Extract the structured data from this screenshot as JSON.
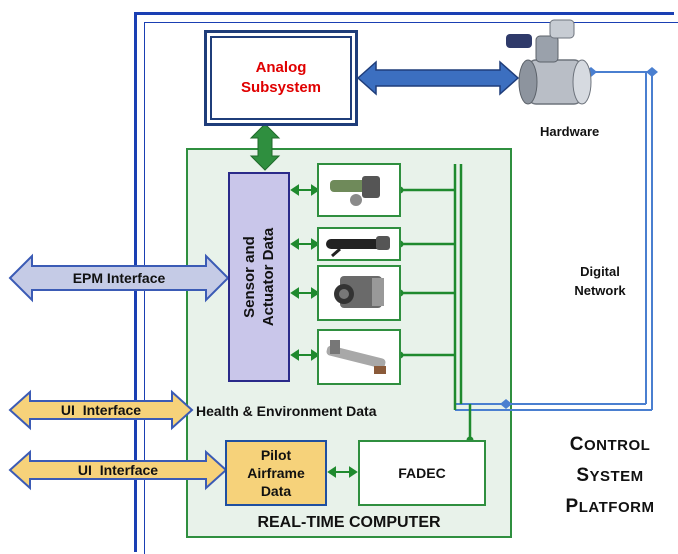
{
  "analog": {
    "line1": "Analog",
    "line2": "Subsystem"
  },
  "hardware": {
    "label": "Hardware"
  },
  "sensor": {
    "line1": "Sensor and",
    "line2": "Actuator Data"
  },
  "interfaces": {
    "epm": "EPM Interface",
    "ui1": "UI  Interface",
    "ui2": "UI  Interface"
  },
  "health_env": "Health & Environment Data",
  "pilot": {
    "line1": "Pilot",
    "line2": "Airframe",
    "line3": "Data"
  },
  "fadec": "FADEC",
  "rtc": "REAL-TIME COMPUTER",
  "digital_network": {
    "line1": "Digital",
    "line2": "Network"
  },
  "platform": {
    "line1_big": "C",
    "line1_rest": "ONTROL",
    "line2_big": "S",
    "line2_rest": "YSTEM",
    "line3_big": "P",
    "line3_rest": "LATFORM"
  },
  "colors": {
    "platform_border": "#1a3fb3",
    "rtc_fill": "#e8f2ea",
    "green": "#2f8f3f",
    "analog_text": "#e00000",
    "sensor_fill": "#c9c6ea",
    "pilot_fill": "#f6d27a",
    "ui_arrow": "#f6d27a",
    "epm_arrow": "#c5cbe6"
  },
  "icons": [
    "valve-hardware-icon",
    "actuator-icon-1",
    "actuator-icon-2",
    "sensor-camera-icon",
    "actuator-icon-3"
  ]
}
